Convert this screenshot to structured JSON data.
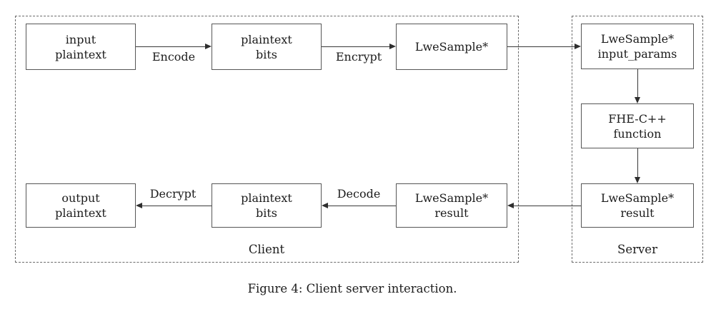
{
  "colors": {
    "ink": "#1c1c1c",
    "line": "#383838",
    "dashed_border": "#6a6a6a",
    "background": "#ffffff"
  },
  "client": {
    "label": "Client",
    "boxes": {
      "input_plaintext": {
        "line1": "input",
        "line2": "plaintext"
      },
      "plaintext_bits_top": {
        "line1": "plaintext",
        "line2": "bits"
      },
      "lwesample": {
        "line1": "LweSample*",
        "line2": ""
      },
      "lwesample_result": {
        "line1": "LweSample*",
        "line2": "result"
      },
      "plaintext_bits_bottom": {
        "line1": "plaintext",
        "line2": "bits"
      },
      "output_plaintext": {
        "line1": "output",
        "line2": "plaintext"
      }
    },
    "edge_labels": {
      "encode": "Encode",
      "encrypt": "Encrypt",
      "decode": "Decode",
      "decrypt": "Decrypt"
    }
  },
  "server": {
    "label": "Server",
    "boxes": {
      "input_params": {
        "line1": "LweSample*",
        "line2": "input_params"
      },
      "fhe_function": {
        "line1": "FHE-C++",
        "line2": "function"
      },
      "result": {
        "line1": "LweSample*",
        "line2": "result"
      }
    }
  },
  "figure": {
    "caption": "Figure 4: Client server interaction."
  }
}
